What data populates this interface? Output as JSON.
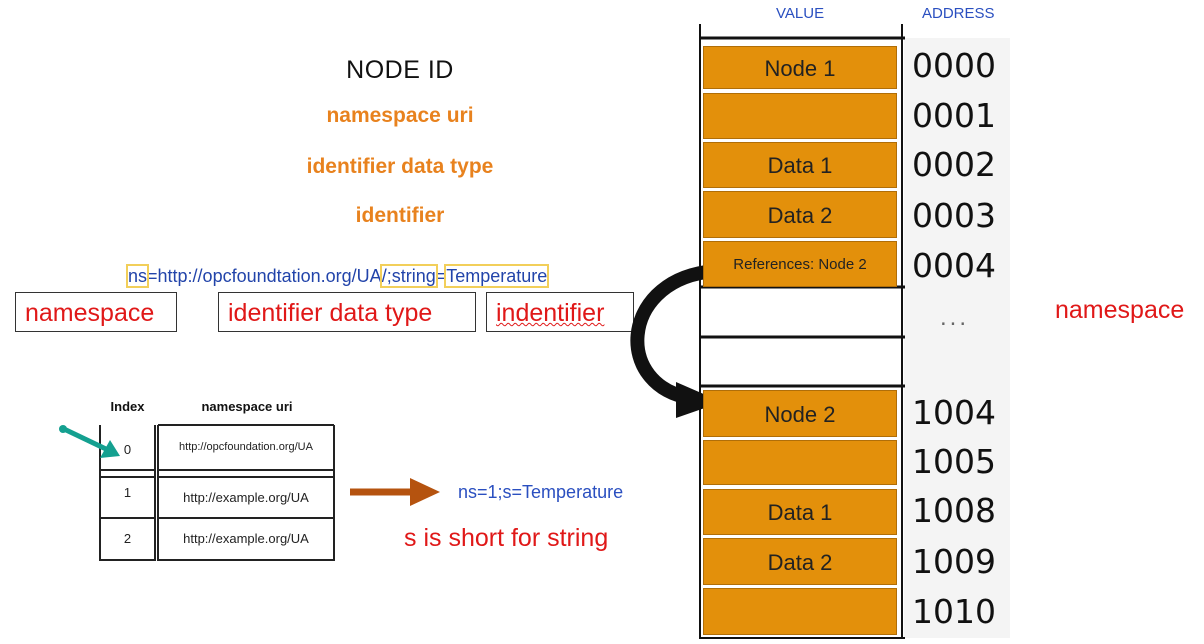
{
  "header": {
    "value_label": "VALUE",
    "address_label": "ADDRESS"
  },
  "node_id": {
    "title": "NODE ID",
    "lines": [
      "namespace uri",
      "identifier data type",
      "identifier"
    ],
    "string_parts": {
      "ns": "ns",
      "sep1": "=",
      "uri": "http://opcfoundtation.org/UA",
      "sep2": "/;",
      "type": "string",
      "sep3": "=",
      "id": "Temperature"
    },
    "labels": {
      "namespace": "namespace",
      "identifier_data_type": "identifier data type",
      "identifier": "indentifier"
    }
  },
  "index_table": {
    "headers": [
      "Index",
      "namespace uri"
    ],
    "rows": [
      {
        "index": "0",
        "uri": "http://opcfoundation.org/UA"
      },
      {
        "index": "1",
        "uri": "http://example.org/UA"
      },
      {
        "index": "2",
        "uri": "http://example.org/UA"
      }
    ]
  },
  "example": {
    "short_form": "ns=1;s=Temperature",
    "note": "s is short for string"
  },
  "memory": {
    "cells": [
      {
        "value": "Node 1",
        "address": "0000",
        "filled": true
      },
      {
        "value": "",
        "address": "0001",
        "filled": true
      },
      {
        "value": "Data 1",
        "address": "0002",
        "filled": true
      },
      {
        "value": "Data 2",
        "address": "0003",
        "filled": true
      },
      {
        "value": "References: Node 2",
        "address": "0004",
        "filled": true
      },
      {
        "value": "",
        "address": "",
        "filled": false
      },
      {
        "value": "",
        "address": "",
        "filled": false
      },
      {
        "value": "Node 2",
        "address": "1004",
        "filled": true
      },
      {
        "value": "",
        "address": "1005",
        "filled": true
      },
      {
        "value": "Data 1",
        "address": "1008",
        "filled": true
      },
      {
        "value": "Data 2",
        "address": "1009",
        "filled": true
      },
      {
        "value": "",
        "address": "1010",
        "filled": true
      }
    ],
    "gap_label": "..."
  },
  "right_label": "namespace",
  "colors": {
    "orange_text": "#e8821e",
    "cell_fill": "#e3900b",
    "red_text": "#e01818",
    "blue_text": "#2a4fc0",
    "teal_arrow": "#14a090",
    "brown_arrow": "#b5530f",
    "highlight_box": "#f2cf5a"
  }
}
